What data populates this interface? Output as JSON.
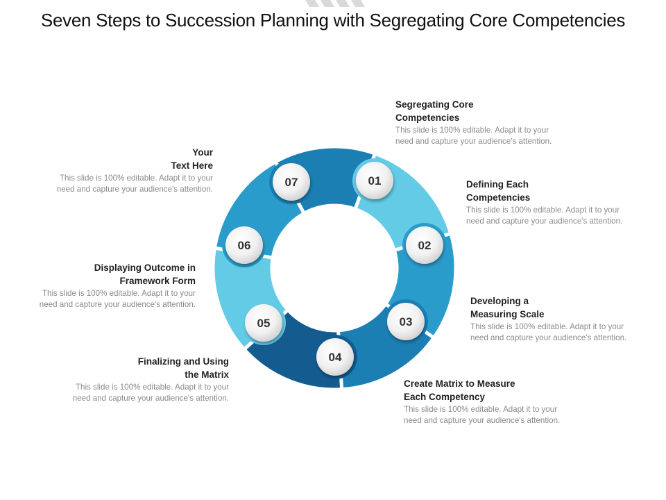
{
  "title": "Seven Steps to Succession Planning with Segregating Core Competencies",
  "colors": {
    "light": "#64cbe6",
    "mid": "#2a9ccb",
    "dark": "#1b7fb3",
    "darkest": "#145b8f"
  },
  "steps": [
    {
      "number": "01",
      "title": "Segregating Core\nCompetencies",
      "description": "This slide is 100% editable. Adapt it to your\nneed and capture your audience's attention."
    },
    {
      "number": "02",
      "title": "Defining Each\nCompetencies",
      "description": "This slide is 100% editable. Adapt it to your\nneed and capture your audience's attention."
    },
    {
      "number": "03",
      "title": "Developing a\nMeasuring Scale",
      "description": "This slide is 100% editable. Adapt it to your\nneed and capture your audience's attention."
    },
    {
      "number": "04",
      "title": "Create Matrix to Measure\nEach Competency",
      "description": "This slide is 100% editable. Adapt it to your\nneed and capture your audience's attention."
    },
    {
      "number": "05",
      "title": "Finalizing and Using\nthe Matrix",
      "description": "This slide is 100% editable. Adapt it to your\nneed and capture your audience's attention."
    },
    {
      "number": "06",
      "title": "Displaying Outcome in\nFramework Form",
      "description": "This slide is 100% editable. Adapt it to your\nneed and capture your audience's attention."
    },
    {
      "number": "07",
      "title": "Your\nText Here",
      "description": "This slide is 100% editable. Adapt it to your\nneed and capture your audience's attention."
    }
  ]
}
